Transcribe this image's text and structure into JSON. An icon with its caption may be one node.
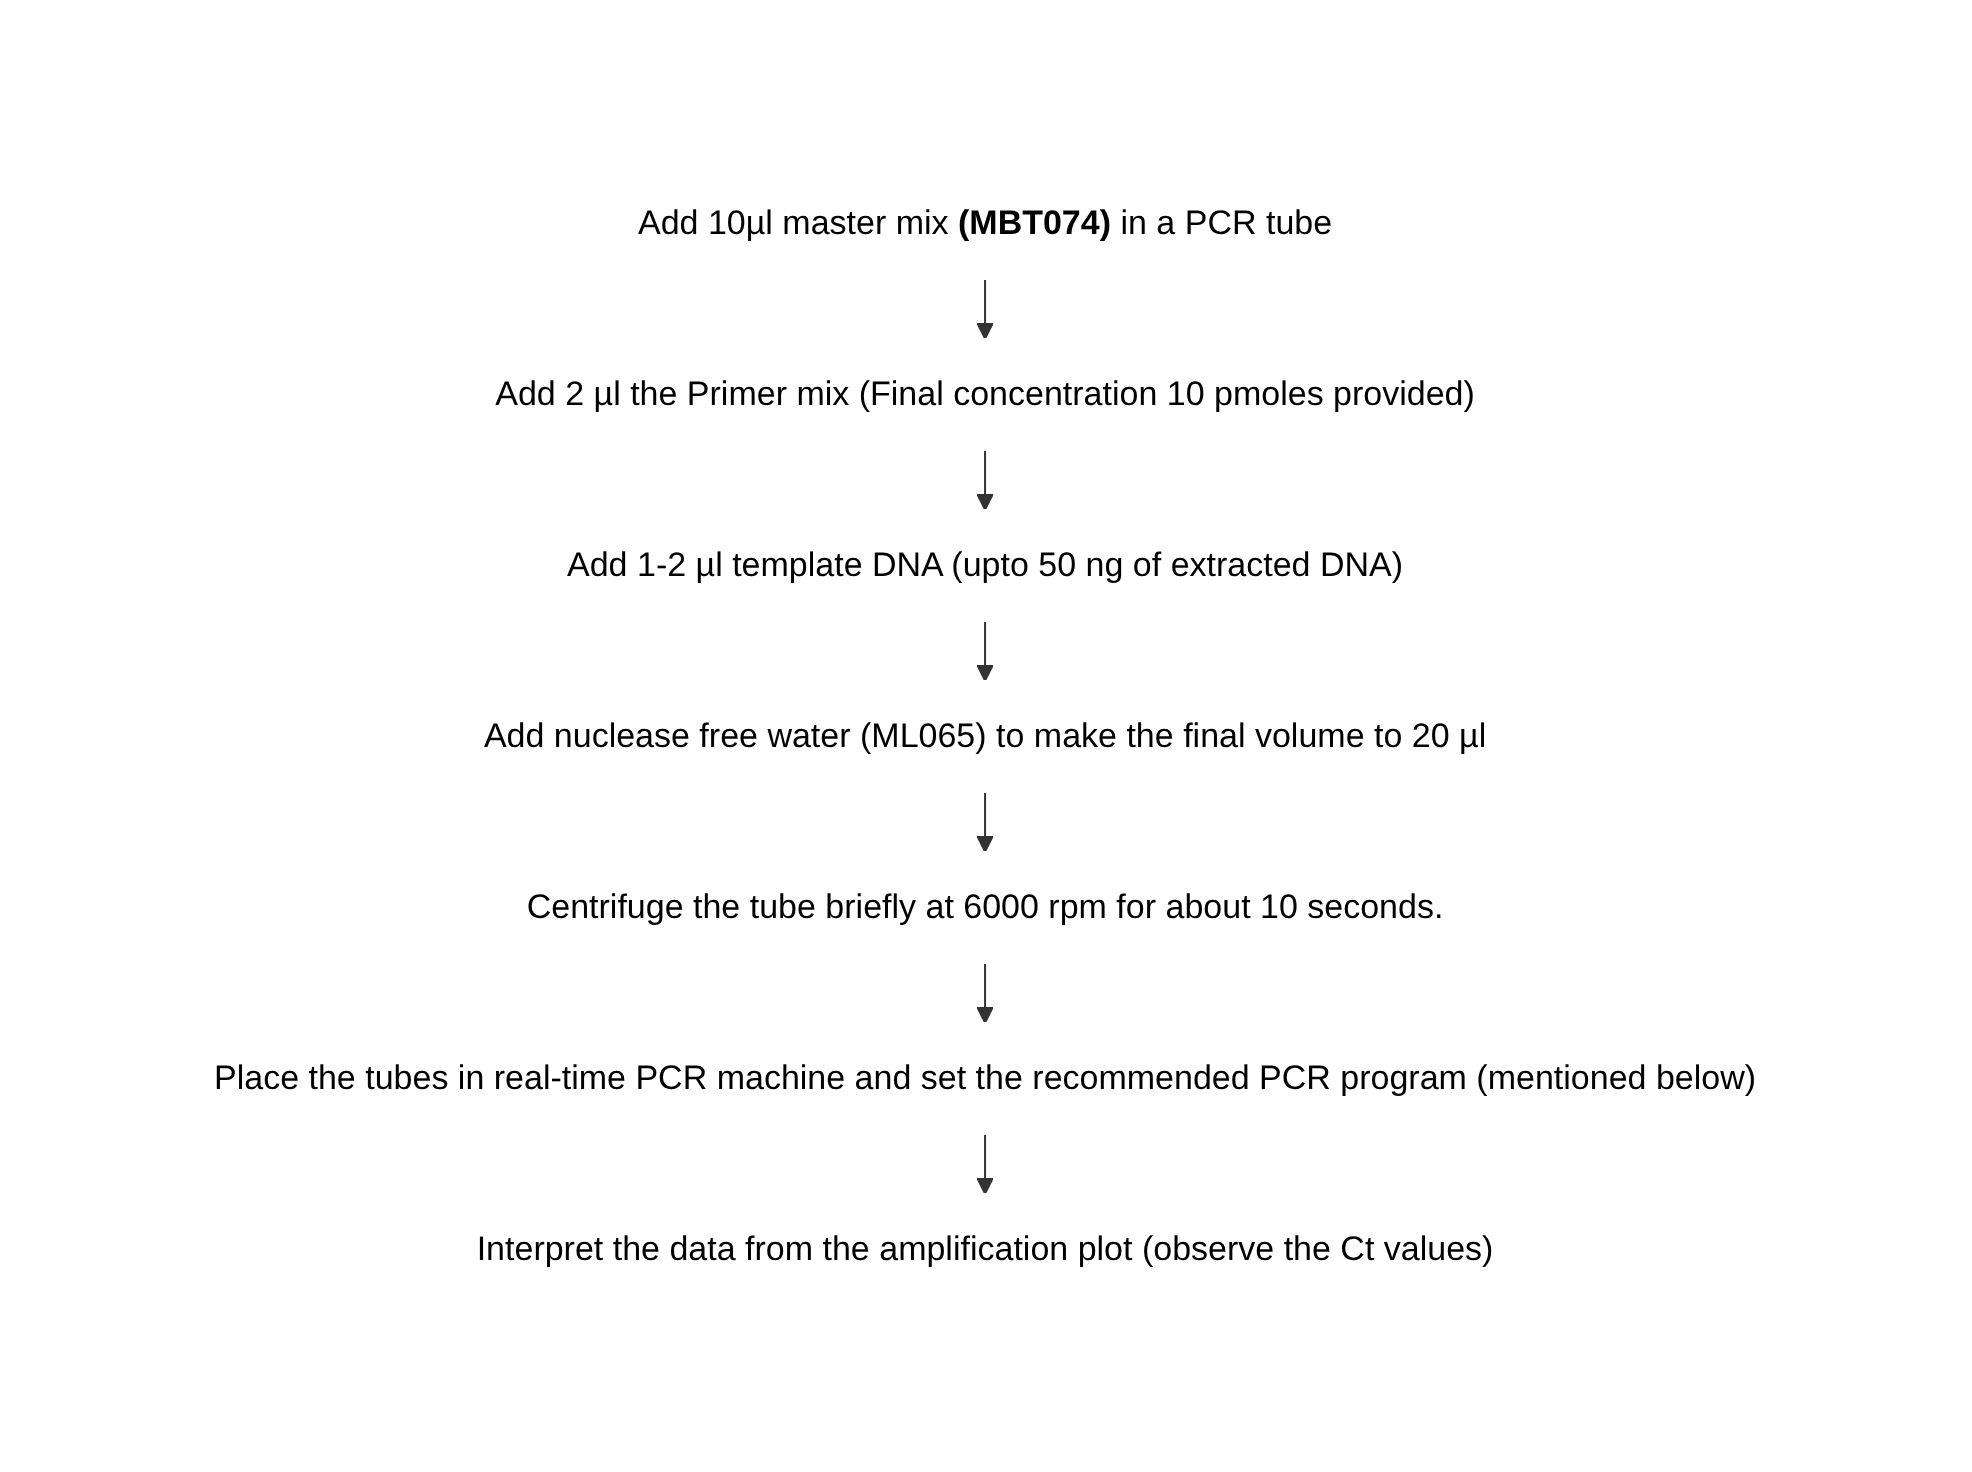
{
  "diagram": {
    "nodes": [
      {
        "text": [
          "Add 10µl master mix **(MBT074)** in a PCR tube"
        ]
      },
      {
        "text": [
          "Add 2 µl the Primer mix (Final concentration 10 pmoles provided)"
        ]
      },
      {
        "text": [
          "Add 1-2 µl template DNA (upto 50 ng of extracted DNA)"
        ]
      },
      {
        "text": [
          "Add nuclease free water (ML065) to make the final volume to 20 µl"
        ]
      },
      {
        "text": [
          "Centrifuge the tube briefly at 6000 rpm for about 10 seconds."
        ]
      },
      {
        "text": [
          "Place the tubes in real-time PCR machine and set the recommended PCR program (mentioned below)"
        ]
      },
      {
        "text": [
          "Interpret the data from the amplification plot (observe the Ct values)"
        ]
      }
    ],
    "edges": [
      {
        "from": 0,
        "to": 1,
        "arrow": "to"
      },
      {
        "from": 1,
        "to": 2,
        "arrow": "to"
      },
      {
        "from": 2,
        "to": 3,
        "arrow": "to"
      },
      {
        "from": 3,
        "to": 4,
        "arrow": "to"
      },
      {
        "from": 4,
        "to": 5,
        "arrow": "to"
      },
      {
        "from": 5,
        "to": 6,
        "arrow": "to"
      }
    ]
  }
}
